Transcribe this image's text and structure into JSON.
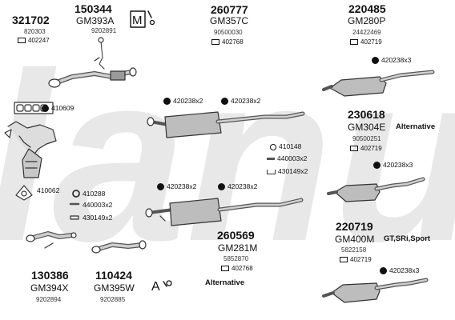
{
  "watermark": {
    "text": "lanu",
    "color": "#e8e8e8"
  },
  "colors": {
    "ink": "#111111",
    "pipe": "#555555",
    "pipe_fill": "#bdbdbd",
    "watermark": "#e8e8e8"
  },
  "parts": {
    "p150344": {
      "code": "150344",
      "gm": "GM393A",
      "ref": "9202891"
    },
    "p321702": {
      "code": "321702",
      "ref1": "820303",
      "ref2": "402247"
    },
    "p260777": {
      "code": "260777",
      "gm": "GM357C",
      "ref1": "90500030",
      "ref2": "402768"
    },
    "p220485": {
      "code": "220485",
      "gm": "GM280P",
      "ref1": "24422469",
      "ref2": "402719"
    },
    "p230618": {
      "code": "230618",
      "gm": "GM304E",
      "ref1": "90500251",
      "ref2": "402719",
      "note": "Alternative"
    },
    "p260569": {
      "code": "260569",
      "gm": "GM281M",
      "ref1": "5852870",
      "ref2": "402768",
      "note": "Alternative"
    },
    "p220719": {
      "code": "220719",
      "gm": "GM400M",
      "ref1": "5822158",
      "ref2": "402719",
      "note": "GT,SRi,Sport"
    },
    "p130386": {
      "code": "130386",
      "gm": "GM394X",
      "ref": "9202894"
    },
    "p110424": {
      "code": "110424",
      "gm": "GM395W",
      "ref": "9202885"
    }
  },
  "fittings": {
    "f410609": "410609",
    "f410062": "410062",
    "f410288": "410288",
    "f440003a": "440003x2",
    "f430149a": "430149x2",
    "f410148": "410148",
    "f440003b": "440003x2",
    "f430149b": "430149x2",
    "f420238_mid1": "420238x2",
    "f420238_mid2": "420238x2",
    "f420238_low1": "420238x2",
    "f420238_low2": "420238x2",
    "f420238_r1": "420238x3",
    "f420238_r2": "420238x3",
    "f420238_r3": "420238x3"
  },
  "symbols": {
    "m_badge": "M",
    "a_badge": "A"
  }
}
